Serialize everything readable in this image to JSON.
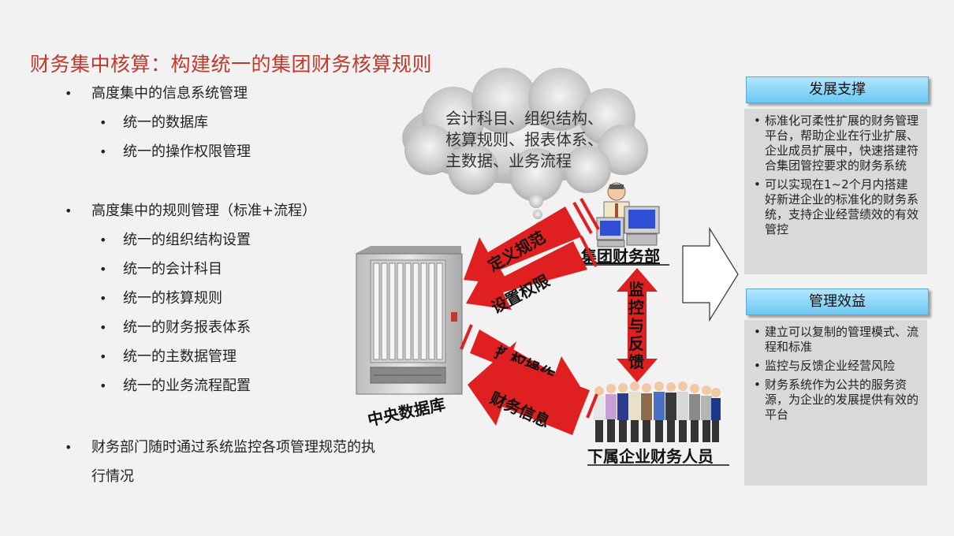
{
  "title": "财务集中核算：构建统一的集团财务核算规则",
  "bullets": [
    {
      "text": "高度集中的信息系统管理",
      "children": [
        "统一的数据库",
        "统一的操作权限管理"
      ]
    },
    {
      "text": "高度集中的规则管理（标准+流程）",
      "children": [
        "统一的组织结构设置",
        "统一的会计科目",
        "统一的核算规则",
        "统一的财务报表体系",
        "统一的主数据管理",
        "统一的业务流程配置"
      ]
    },
    {
      "text": "财务部门随时通过系统监控各项管理规范的执行情况"
    }
  ],
  "cloud_lines": [
    "会计科目、组织结构、",
    "核算规则、报表体系、",
    "主数据、业务流程"
  ],
  "arrows": {
    "define": "定义规范",
    "permission": "设置权限",
    "authorize": "授权操作",
    "finance_info": "财务信息"
  },
  "monitor_label": "监控与反馈",
  "nodes": {
    "database": "中央数据库",
    "group_finance": "集团财务部",
    "subsidiary": "下属企业财务人员"
  },
  "panels": {
    "support": {
      "heading": "发展支撑",
      "items": [
        "标准化可柔性扩展的财务管理平台，帮助企业在行业扩展、企业成员扩展中，快速搭建符合集团管控要求的财务系统",
        "可以实现在1~2个月内搭建好新进企业的标准化的财务系统，支持企业经营绩效的有效管控"
      ]
    },
    "benefit": {
      "heading": "管理效益",
      "items": [
        "建立可以复制的管理模式、流程和标准",
        "监控与反馈企业经营风险",
        "财务系统作为公共的服务资源，为企业的发展提供有效的平台"
      ]
    }
  },
  "colors": {
    "title": "#c0392b",
    "arrow": "#e02020",
    "panel_head": "#6cc8f2"
  },
  "icons": [
    "cloud-icon",
    "server-icon",
    "person-computer-icon",
    "people-group-icon",
    "outline-arrow-icon"
  ]
}
